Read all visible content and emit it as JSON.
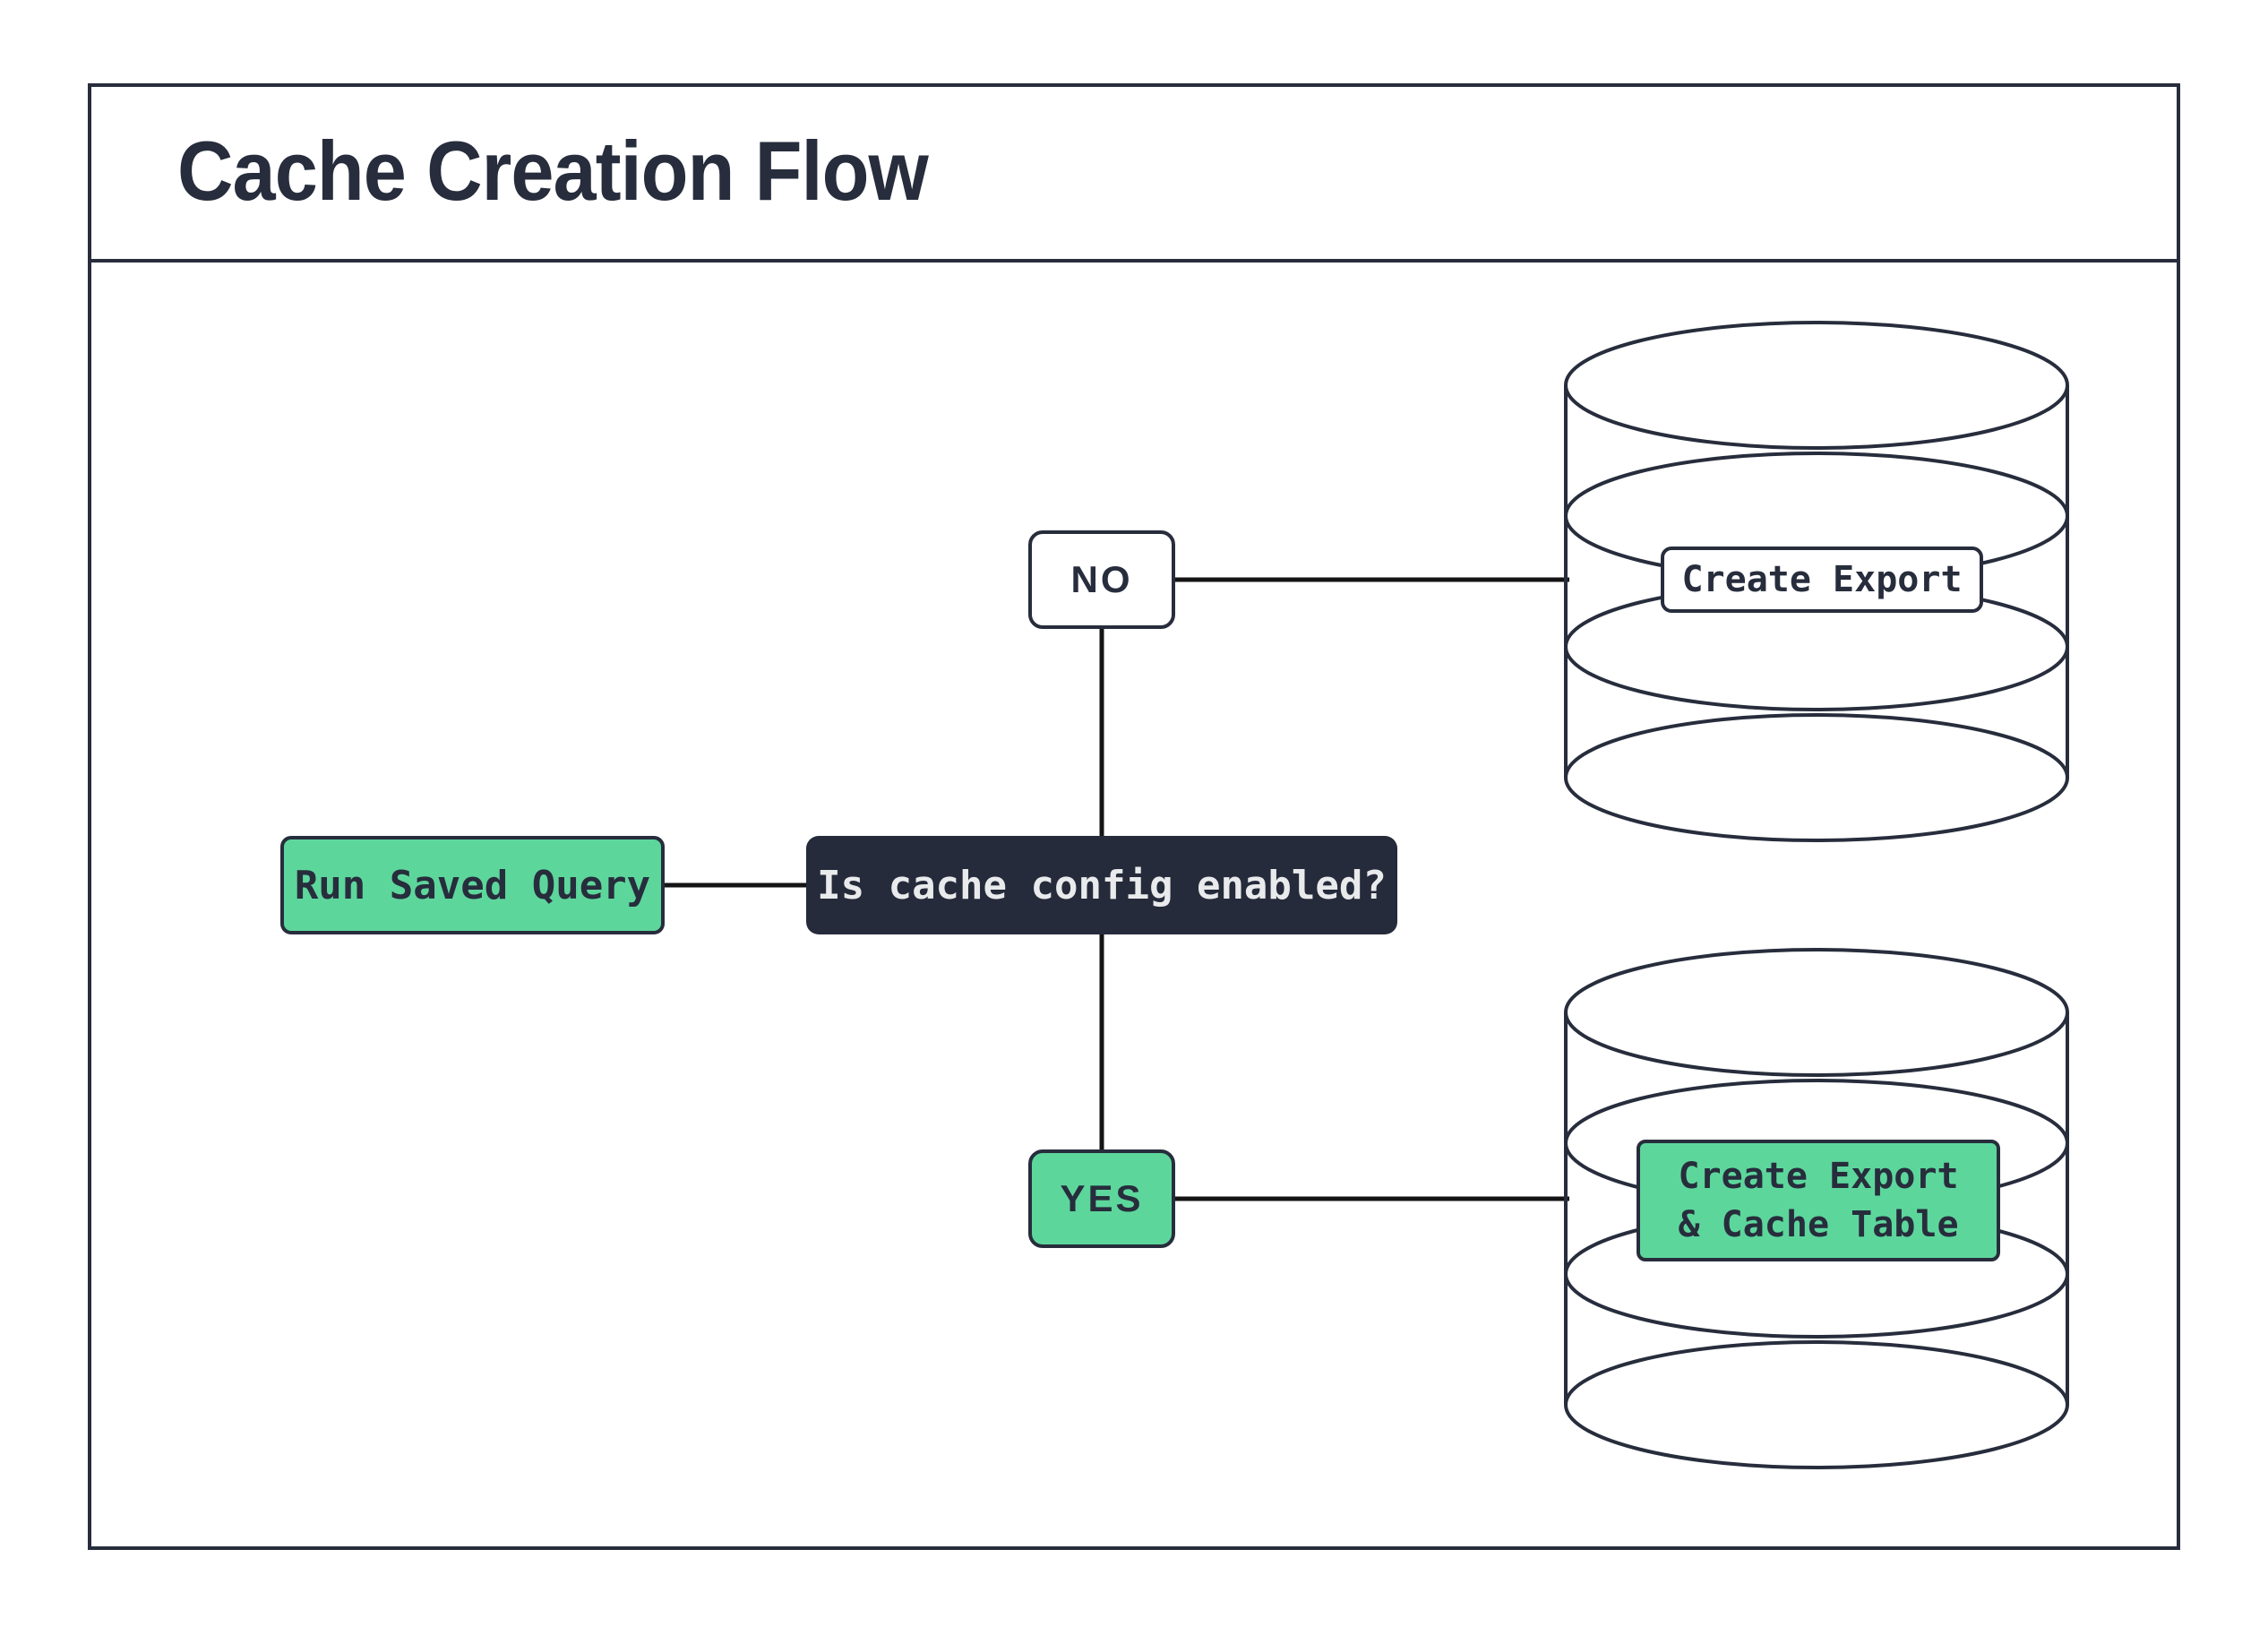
{
  "title": "Cache Creation Flow",
  "nodes": {
    "start": {
      "label": "Run Saved Query"
    },
    "decision": {
      "label": "Is cache config enabled?"
    },
    "branch_no": {
      "label": "NO"
    },
    "branch_yes": {
      "label": "YES"
    },
    "result_no": {
      "label": "Create Export",
      "icon": "database-icon"
    },
    "result_yes": {
      "label": "Create Export\n& Cache Table",
      "icon": "database-icon"
    }
  },
  "colors": {
    "ink": "#272D3C",
    "node_green": "#5DD69C",
    "decision_fill": "#252B3A",
    "decision_text": "#E9EAEC",
    "connector": "#141414",
    "background": "#FFFFFF"
  }
}
